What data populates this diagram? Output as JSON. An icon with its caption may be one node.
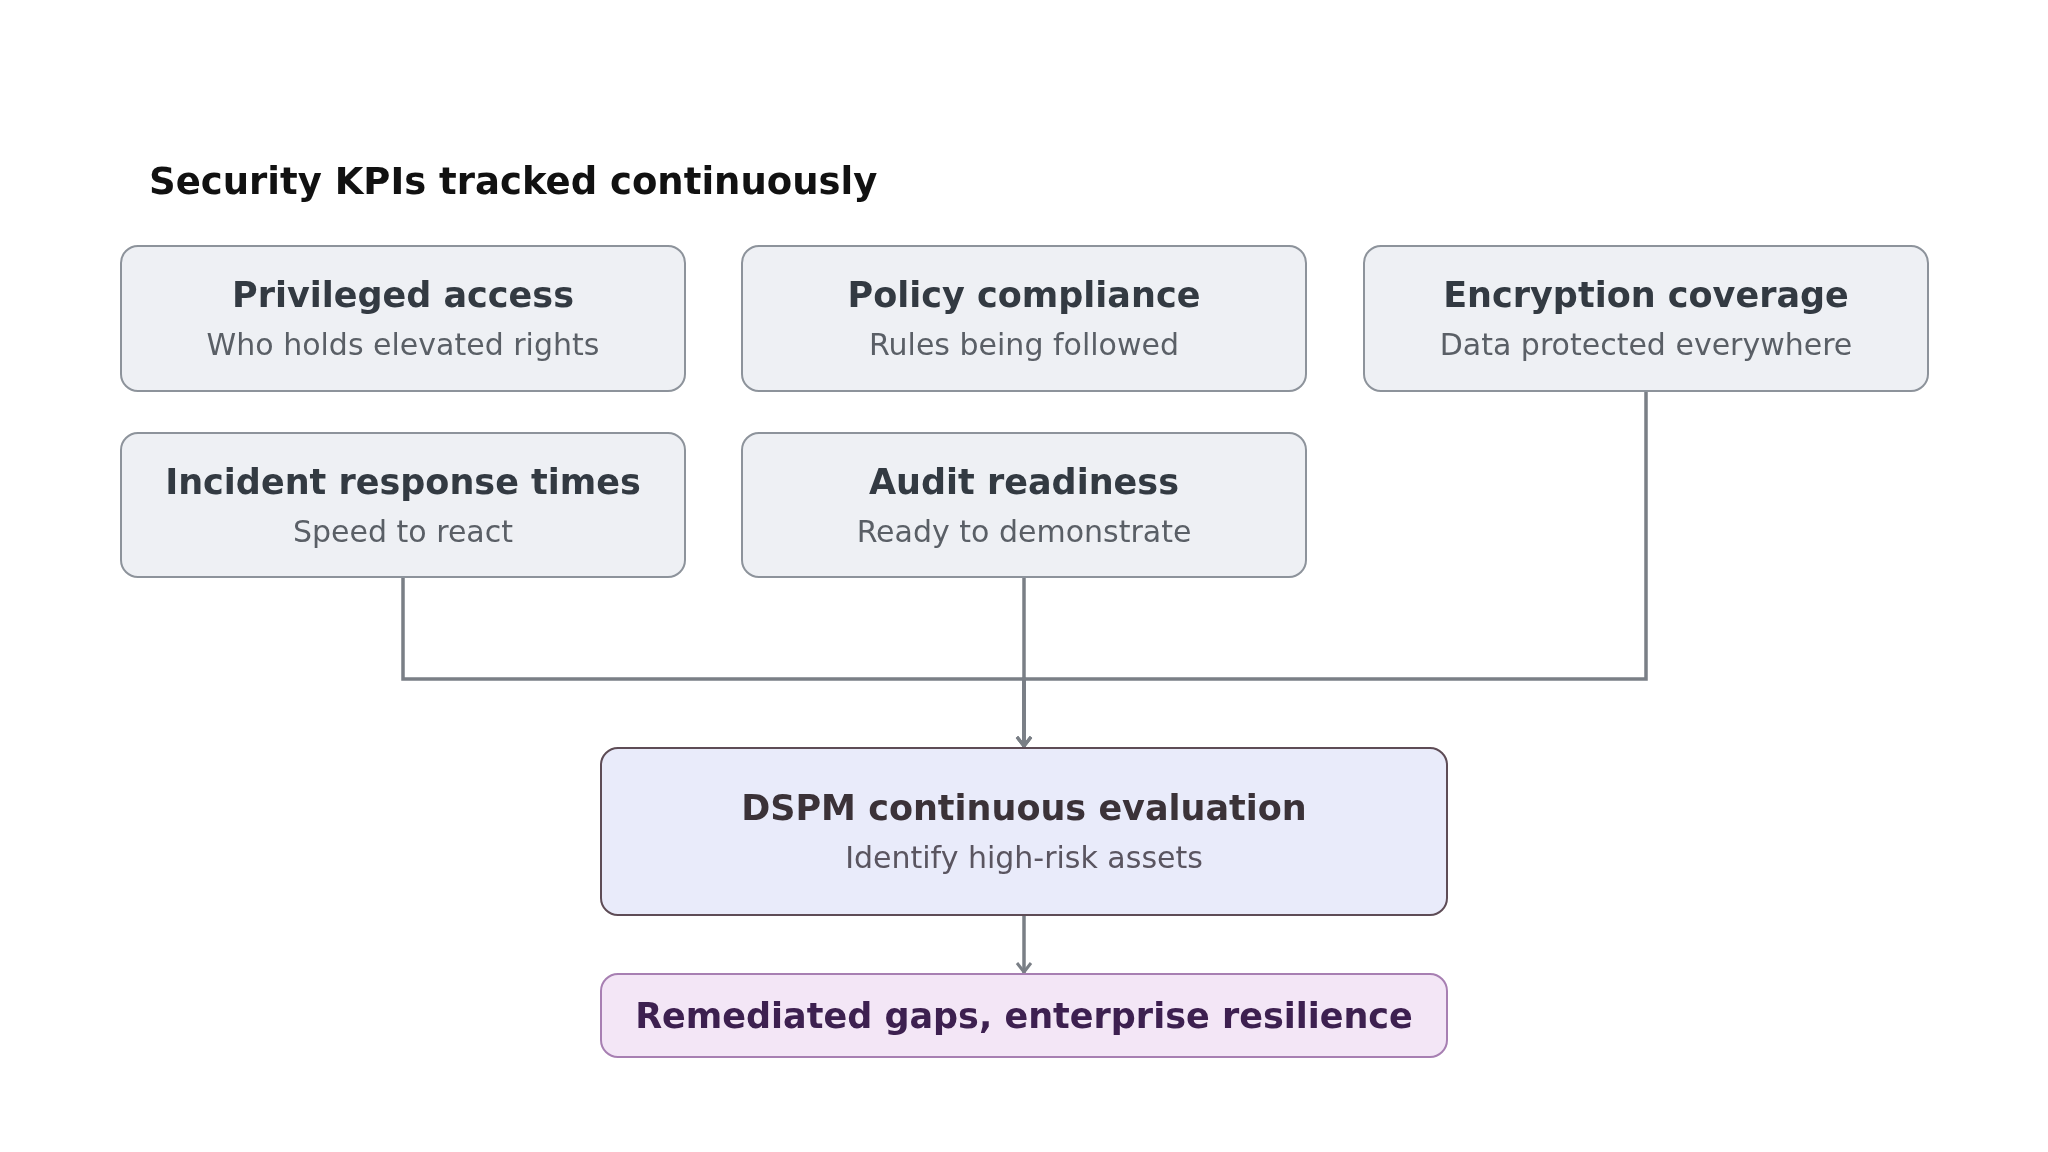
{
  "diagram": {
    "title": "Security KPIs tracked continuously",
    "nodes": [
      {
        "text": [
          "Privileged access",
          "Who holds elevated rights"
        ]
      },
      {
        "text": [
          "Policy compliance",
          "Rules being followed"
        ]
      },
      {
        "text": [
          "Encryption coverage",
          "Data protected everywhere"
        ]
      },
      {
        "text": [
          "Incident response times",
          "Speed to react"
        ]
      },
      {
        "text": [
          "Audit readiness",
          "Ready to demonstrate"
        ]
      },
      {
        "text": [
          "DSPM continuous evaluation",
          "Identify high-risk assets"
        ]
      },
      {
        "text": [
          "Remediated gaps, enterprise resilience"
        ]
      }
    ],
    "edges": [
      {
        "from": 3,
        "to": 5,
        "arrow": "to"
      },
      {
        "from": 4,
        "to": 5,
        "arrow": "to"
      },
      {
        "from": 2,
        "to": 5,
        "arrow": "to"
      },
      {
        "from": 5,
        "to": 6,
        "arrow": "to"
      }
    ]
  }
}
